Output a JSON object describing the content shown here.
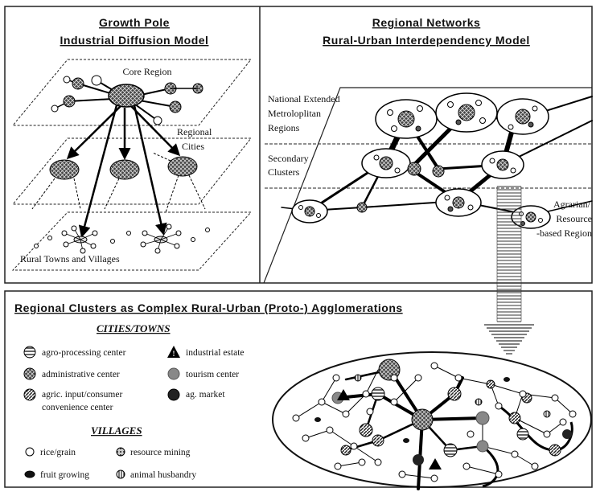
{
  "panels": {
    "growth_pole": {
      "title_line1": "Growth Pole",
      "title_line2": "Industrial Diffusion Model",
      "labels": {
        "core": "Core Region",
        "regional_line1": "Regional",
        "regional_line2": "Cities",
        "rural": "Rural Towns and Villages"
      }
    },
    "regional_networks": {
      "title_line1": "Regional Networks",
      "title_line2": "Rural-Urban Interdependency Model",
      "labels": {
        "national_line1": "National Extended",
        "national_line2": "Metroloplitan",
        "national_line3": "Regions",
        "secondary_line1": "Secondary",
        "secondary_line2": "Clusters",
        "agrarian_line1": "Agrarian/",
        "agrarian_line2": "Resource",
        "agrarian_line3": "-based Region"
      }
    },
    "regional_clusters": {
      "title": "Regional Clusters as Complex Rural-Urban (Proto-) Agglomerations",
      "cities_heading": "CITIES/TOWNS",
      "villages_heading": "VILLAGES",
      "cities_legend": [
        {
          "label": "agro-processing center",
          "icon": "horizontal-hatch-circle"
        },
        {
          "label": "industrial estate",
          "icon": "triangle-warning-icon"
        },
        {
          "label": "administrative center",
          "icon": "crosshatch-circle"
        },
        {
          "label": "tourism center",
          "icon": "gray-circle"
        },
        {
          "label": "agric. input/consumer",
          "icon": "diagonal-hatch-circle"
        },
        {
          "label": "convenience center",
          "icon": ""
        },
        {
          "label": "ag. market",
          "icon": "black-circle"
        }
      ],
      "villages_legend": [
        {
          "label": "rice/grain",
          "icon": "open-circle"
        },
        {
          "label": "resource mining",
          "icon": "hatched-small-circle"
        },
        {
          "label": "fruit growing",
          "icon": "black-oval"
        },
        {
          "label": "animal husbandry",
          "icon": "striped-small-circle"
        }
      ]
    }
  }
}
